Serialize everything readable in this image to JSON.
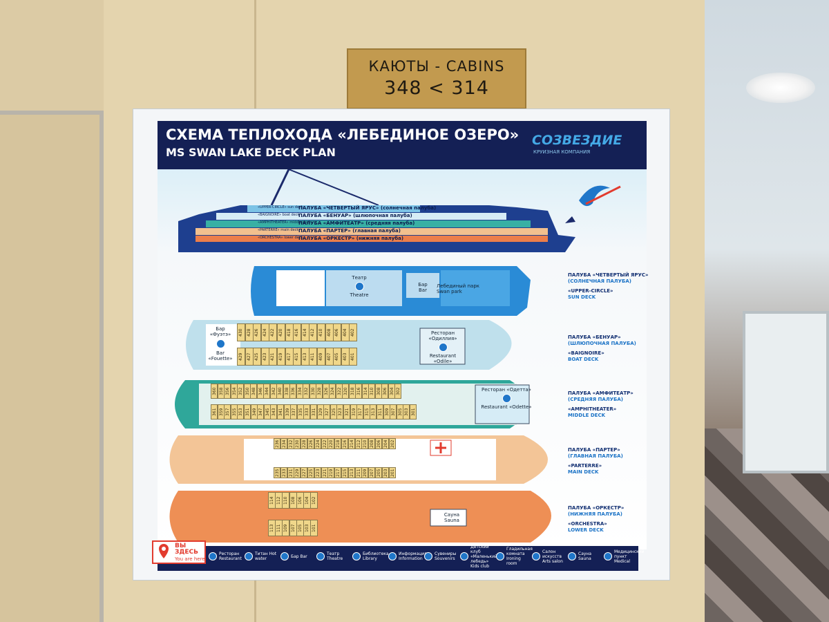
{
  "plaque": {
    "line1": "КАЮТЫ - CABINS",
    "line2": "348 < 314"
  },
  "board": {
    "title_ru": "СХЕМА ТЕПЛОХОДА «ЛЕБЕДИНОЕ ОЗЕРО»",
    "title_en": "MS SWAN LAKE DECK PLAN",
    "brand": "СОЗВЕЗДИЕ",
    "brand_sub": "КРУИЗНАЯ КОМПАНИЯ"
  },
  "side_view": {
    "decks": [
      {
        "short": "«UPPER-CIRCLE» sun deck",
        "name": "ПАЛУБА «ЧЕТВЕРТЫЙ ЯРУС» (солнечная палуба)"
      },
      {
        "short": "«BAIGNOIRE» boat deck",
        "name": "ПАЛУБА «БЕНУАР» (шлюпочная палуба)"
      },
      {
        "short": "«AMPHITHEATER» middle deck",
        "name": "ПАЛУБА «АМФИТЕАТР» (средняя палуба)"
      },
      {
        "short": "«PARTERRE» main deck",
        "name": "ПАЛУБА «ПАРТЕР» (главная палуба)"
      },
      {
        "short": "«ORCHESTRA» lower deck",
        "name": "ПАЛУБА «ОРКЕСТР» (нижняя палуба)"
      }
    ]
  },
  "deck_labels": [
    {
      "ru1": "ПАЛУБА «ЧЕТВЕРТЫЙ ЯРУС»",
      "ru2": "(СОЛНЕЧНАЯ ПАЛУБА)",
      "en1": "«UPPER-CIRCLE»",
      "en2": "SUN DECK"
    },
    {
      "ru1": "ПАЛУБА «БЕНУАР»",
      "ru2": "(ШЛЮПОЧНАЯ ПАЛУБА)",
      "en1": "«BAIGNOIRE»",
      "en2": "BOAT DECK"
    },
    {
      "ru1": "ПАЛУБА «АМФИТЕАТР»",
      "ru2": "(СРЕДНЯЯ ПАЛУБА)",
      "en1": "«AMPHITHEATER»",
      "en2": "MIDDLE DECK"
    },
    {
      "ru1": "ПАЛУБА «ПАРТЕР»",
      "ru2": "(ГЛАВНАЯ ПАЛУБА)",
      "en1": "«PARTERRE»",
      "en2": "MAIN DECK"
    },
    {
      "ru1": "ПАЛУБА «ОРКЕСТР»",
      "ru2": "(НИЖНЯЯ ПАЛУБА)",
      "en1": "«ORCHESTRA»",
      "en2": "LOWER DECK"
    }
  ],
  "rooms": {
    "theatre_ru": "Театр",
    "theatre_en": "Theatre",
    "bar_ru": "Бар",
    "bar_en": "Bar",
    "swan_park_ru": "Лебединый парк",
    "swan_park_en": "Swan park",
    "bar_fouette_ru": "Бар «Фуэтэ»",
    "bar_fouette_en": "Bar «Fouette»",
    "odile_ru": "Ресторан «Одиллия»",
    "odile_en": "Restaurant «Odile»",
    "odette_ru": "Ресторан «Одетта»",
    "odette_en": "Restaurant «Odette»",
    "sauna_ru": "Сауна",
    "sauna_en": "Sauna"
  },
  "cabins": {
    "boat_top": [
      "430",
      "428",
      "426",
      "424",
      "422",
      "420",
      "418",
      "416",
      "414",
      "412",
      "410",
      "408",
      "406",
      "404",
      "402"
    ],
    "boat_bottom": [
      "429",
      "427",
      "425",
      "423",
      "421",
      "419",
      "417",
      "415",
      "413",
      "411",
      "409",
      "407",
      "405",
      "403",
      "401"
    ],
    "middle_top": [
      "360",
      "358",
      "356",
      "354",
      "352",
      "350",
      "348",
      "346",
      "344",
      "342",
      "340",
      "338",
      "336",
      "334",
      "332",
      "330",
      "328",
      "326",
      "324",
      "322",
      "320",
      "318",
      "316",
      "314",
      "310",
      "308",
      "306",
      "304",
      "302"
    ],
    "middle_bottom": [
      "361",
      "359",
      "357",
      "355",
      "353",
      "351",
      "349",
      "347",
      "345",
      "343",
      "341",
      "339",
      "337",
      "335",
      "333",
      "331",
      "329",
      "327",
      "325",
      "323",
      "321",
      "319",
      "317",
      "315",
      "313",
      "311",
      "309",
      "307",
      "305",
      "303",
      "301"
    ],
    "main_top": [
      "236",
      "234",
      "232",
      "230",
      "228",
      "226",
      "224",
      "222",
      "220",
      "218",
      "216",
      "214",
      "212",
      "210",
      "208",
      "206",
      "204",
      "202"
    ],
    "main_bottom": [
      "235",
      "233",
      "231",
      "229",
      "227",
      "225",
      "223",
      "221",
      "219",
      "217",
      "215",
      "213",
      "211",
      "209",
      "207",
      "205",
      "203",
      "201"
    ],
    "lower_top": [
      "114",
      "112",
      "110",
      "108",
      "106",
      "104",
      "102"
    ],
    "lower_bottom": [
      "113",
      "111",
      "109",
      "107",
      "105",
      "103",
      "101"
    ]
  },
  "you_are_here": {
    "ru": "ВЫ ЗДЕСЬ",
    "en": "You are here"
  },
  "legend": [
    {
      "ru": "Ресторан",
      "en": "Restaurant"
    },
    {
      "ru": "Титан",
      "en": "Hot water"
    },
    {
      "ru": "Бар",
      "en": "Bar"
    },
    {
      "ru": "Театр",
      "en": "Theatre"
    },
    {
      "ru": "Библиотека",
      "en": "Library"
    },
    {
      "ru": "Информация",
      "en": "Information"
    },
    {
      "ru": "Сувениры",
      "en": "Souvenirs"
    },
    {
      "ru": "Детский клуб «Маленький лебедь»",
      "en": "Kids club"
    },
    {
      "ru": "Гладильная комната",
      "en": "Ironing room"
    },
    {
      "ru": "Салон искусств",
      "en": "Arts salon"
    },
    {
      "ru": "Сауна",
      "en": "Sauna"
    },
    {
      "ru": "Медицинский пункт",
      "en": "Medical"
    }
  ],
  "colors": {
    "header": "#142055",
    "accent": "#1f76c9",
    "boat_deck": "#bfe0ec",
    "middle_deck": "#2fa79a",
    "main_deck": "#f3c597",
    "lower_deck": "#ee8f55"
  }
}
